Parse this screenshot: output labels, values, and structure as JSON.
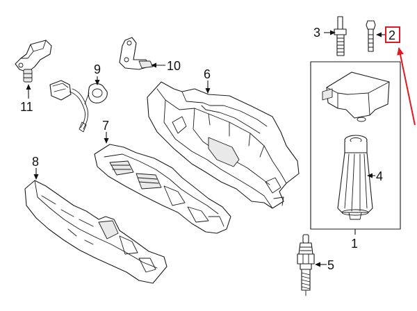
{
  "diagram": {
    "callouts": {
      "c1": "1",
      "c2": "2",
      "c3": "3",
      "c4": "4",
      "c5": "5",
      "c6": "6",
      "c7": "7",
      "c8": "8",
      "c9": "9",
      "c10": "10",
      "c11": "11"
    },
    "highlight_color": "#e0191e"
  }
}
